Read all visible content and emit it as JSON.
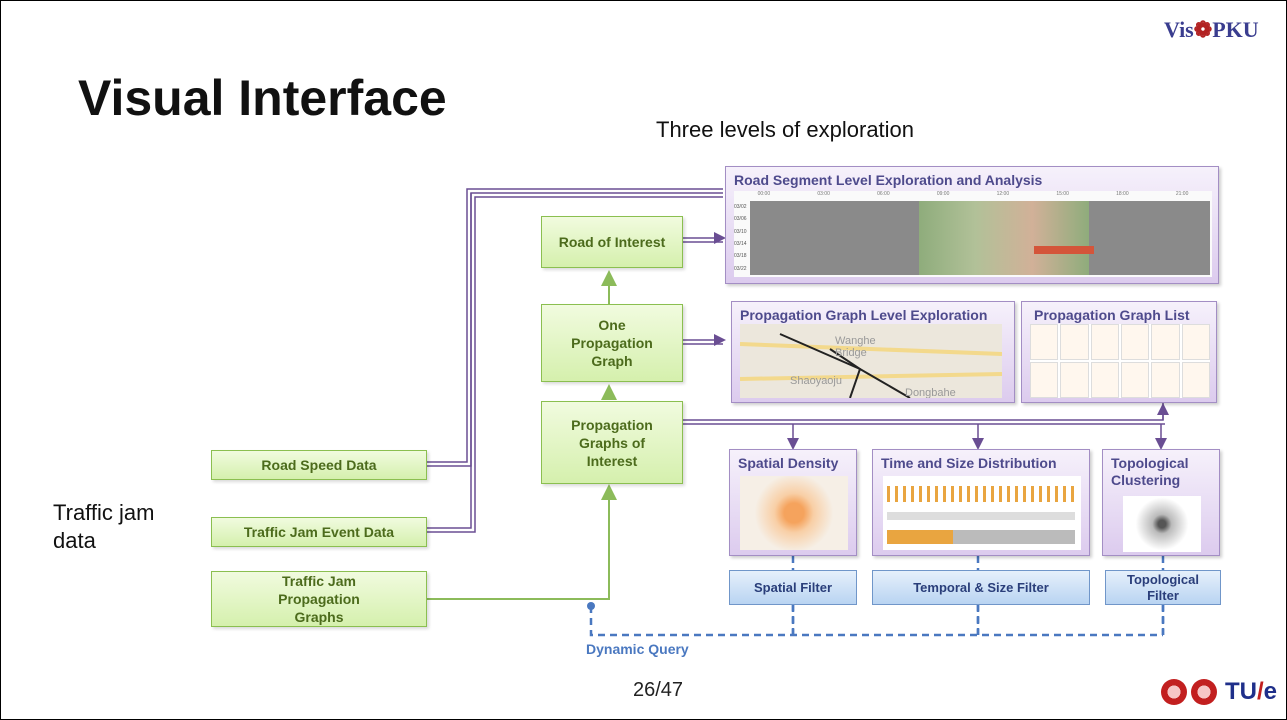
{
  "slide": {
    "title": "Visual Interface",
    "subtitle": "Three levels of exploration",
    "side_label": "Traffic jam data",
    "page_number": "26/47",
    "logo_top": {
      "part1": "Vis",
      "part2": "PKU",
      "symbol": "seal-icon"
    },
    "logo_bottom": {
      "text_a": "TU",
      "text_b": "/",
      "text_c": "e"
    }
  },
  "data_sources": {
    "road_speed": "Road Speed Data",
    "jam_event": "Traffic Jam Event Data",
    "jam_graphs": "Traffic Jam Propagation Graphs"
  },
  "process": {
    "road_of_interest": "Road of Interest",
    "one_graph": "One Propagation Graph",
    "graphs_of_interest": "Propagation Graphs of Interest"
  },
  "views": {
    "road_segment": "Road Segment Level Exploration and Analysis",
    "road_segment_times": [
      "00:00",
      "03:00",
      "06:00",
      "09:00",
      "12:00",
      "15:00",
      "18:00",
      "21:00"
    ],
    "road_segment_dates": [
      "03/02",
      "03/06",
      "03/10",
      "03/14",
      "03/18",
      "03/22"
    ],
    "graph_level": "Propagation Graph Level Exploration",
    "graph_list": "Propagation Graph List",
    "map_labels": [
      "Wanghe",
      "Bridge",
      "Shaoyaoju",
      "Dongbahe"
    ],
    "spatial_density": "Spatial Density",
    "time_size": "Time and Size Distribution",
    "topo_clustering": "Topological Clustering"
  },
  "filters": {
    "spatial": "Spatial Filter",
    "temporal": "Temporal & Size Filter",
    "topological": "Topological Filter"
  },
  "dynamic_query": "Dynamic Query",
  "colors": {
    "green_border": "#8bbf50",
    "purple_line": "#6a4e93",
    "green_line": "#8cbb5a",
    "blue_dash": "#4a78c0"
  }
}
